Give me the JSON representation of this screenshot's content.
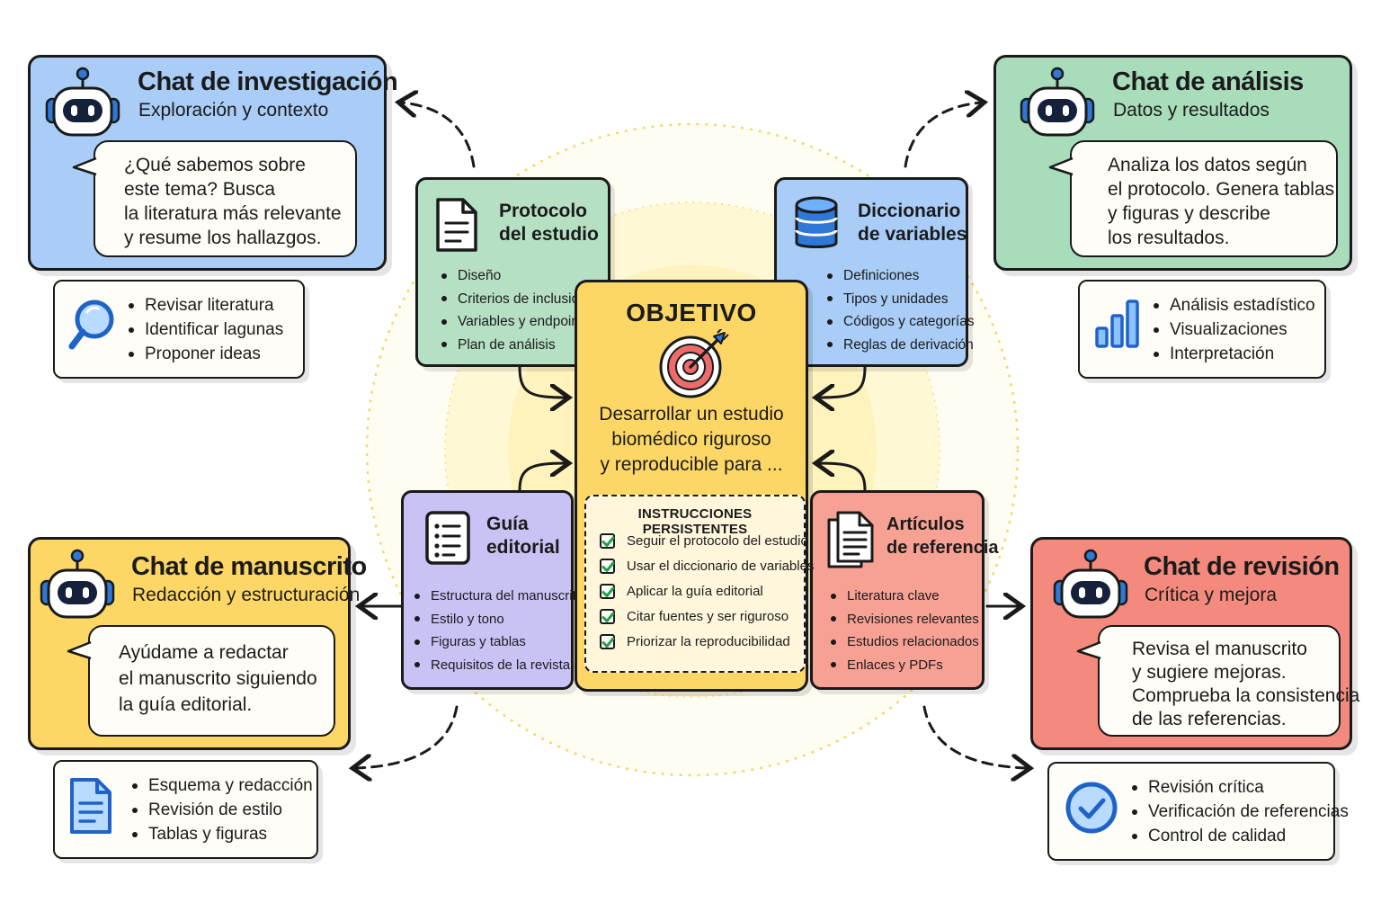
{
  "colors": {
    "blue": "#a9cdf7",
    "green": "#a8dcbb",
    "yellow": "#fdd766",
    "red": "#f48a7d",
    "card_green": "#b5e0c4",
    "card_blue": "#a9cdf7",
    "card_purple": "#c9c2f5",
    "card_red": "#f7a195",
    "outline": "#1a1a1a",
    "accent_blue": "#2f78d6"
  },
  "chats": {
    "research": {
      "icon": "robot-icon",
      "title": "Chat de investigación",
      "subtitle": "Exploración y contexto",
      "bubble": [
        "¿Qué sabemos sobre",
        "este tema? Busca",
        "la literatura más relevante",
        "y resume los hallazgos."
      ],
      "skills_icon": "magnifier-icon",
      "skills": [
        "Revisar literatura",
        "Identificar lagunas",
        "Proponer ideas"
      ]
    },
    "analysis": {
      "icon": "robot-icon",
      "title": "Chat de análisis",
      "subtitle": "Datos y resultados",
      "bubble": [
        "Analiza los datos según",
        "el protocolo. Genera tablas",
        "y figuras y describe",
        "los resultados."
      ],
      "skills_icon": "bar-chart-icon",
      "skills": [
        "Análisis estadístico",
        "Visualizaciones",
        "Interpretación"
      ]
    },
    "manuscript": {
      "icon": "robot-icon",
      "title": "Chat de manuscrito",
      "subtitle": "Redacción y estructuración",
      "bubble": [
        "Ayúdame a redactar",
        "el manuscrito siguiendo",
        "la guía editorial."
      ],
      "skills_icon": "document-icon",
      "skills": [
        "Esquema y redacción",
        "Revisión de estilo",
        "Tablas y figuras"
      ]
    },
    "review": {
      "icon": "robot-icon",
      "title": "Chat de revisión",
      "subtitle": "Crítica y mejora",
      "bubble": [
        "Revisa el manuscrito",
        "y sugiere mejoras.",
        "Comprueba la consistencia",
        "de las referencias."
      ],
      "skills_icon": "check-circle-icon",
      "skills": [
        "Revisión crítica",
        "Verificación de referencias",
        "Control de calidad"
      ]
    }
  },
  "cards": {
    "protocol": {
      "icon": "document-icon",
      "title": [
        "Protocolo",
        "del estudio"
      ],
      "items": [
        "Diseño",
        "Criterios de inclusión",
        "Variables y endpoints",
        "Plan de análisis"
      ]
    },
    "dictionary": {
      "icon": "database-icon",
      "title": [
        "Diccionario",
        "de variables"
      ],
      "items": [
        "Definiciones",
        "Tipos y unidades",
        "Códigos y categorías",
        "Reglas de derivación"
      ]
    },
    "guide": {
      "icon": "list-document-icon",
      "title": [
        "Guía",
        "editorial"
      ],
      "items": [
        "Estructura del manuscrito",
        "Estilo y tono",
        "Figuras y tablas",
        "Requisitos de la revista"
      ]
    },
    "articles": {
      "icon": "stacked-documents-icon",
      "title": [
        "Artículos",
        "de referencia"
      ],
      "items": [
        "Literatura clave",
        "Revisiones relevantes",
        "Estudios relacionados",
        "Enlaces y PDFs"
      ]
    }
  },
  "objective": {
    "title": "OBJETIVO",
    "icon": "target-icon",
    "text": [
      "Desarrollar un estudio",
      "biomédico riguroso",
      "y reproducible para ..."
    ],
    "instructions_title": "INSTRUCCIONES PERSISTENTES",
    "instructions": [
      "Seguir el protocolo del estudio",
      "Usar el diccionario de variables",
      "Aplicar la guía editorial",
      "Citar fuentes y ser riguroso",
      "Priorizar la reproducibilidad"
    ]
  }
}
